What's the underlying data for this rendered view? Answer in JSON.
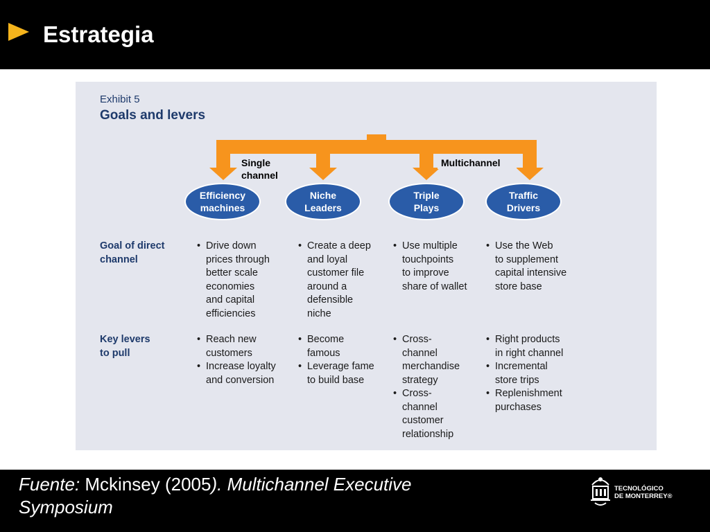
{
  "slide": {
    "title": "Estrategia"
  },
  "exhibit": {
    "label": "Exhibit 5",
    "title": "Goals and levers",
    "groups": [
      {
        "label": "Single\nchannel"
      },
      {
        "label": "Multichannel"
      }
    ],
    "strategies": [
      {
        "label": "Efficiency\nmachines"
      },
      {
        "label": "Niche\nLeaders"
      },
      {
        "label": "Triple\nPlays"
      },
      {
        "label": "Traffic\nDrivers"
      }
    ],
    "rows": [
      {
        "label": "Goal of direct\nchannel",
        "cells": [
          [
            "Drive down\nprices through\nbetter scale\neconomies\nand capital\nefficiencies"
          ],
          [
            "Create a deep\nand loyal\ncustomer file\naround a\ndefensible\nniche"
          ],
          [
            "Use multiple\ntouchpoints\nto improve\nshare of wallet"
          ],
          [
            "Use the Web\nto supplement\ncapital intensive\nstore base"
          ]
        ]
      },
      {
        "label": "Key levers\nto pull",
        "cells": [
          [
            "Reach new\ncustomers",
            "Increase loyalty\nand conversion"
          ],
          [
            "Become\nfamous",
            "Leverage fame\nto build base"
          ],
          [
            "Cross-\nchannel\nmerchandise\nstrategy",
            "Cross-\nchannel\ncustomer\nrelationship"
          ],
          [
            "Right products\nin right channel",
            "Incremental\nstore trips",
            "Replenishment\npurchases"
          ]
        ]
      }
    ],
    "colors": {
      "arrow": "#f7941d",
      "ellipse": "#2a5ca8",
      "panel": "#e4e6ee",
      "heading": "#1e3a6b"
    }
  },
  "footer": {
    "source_prefix": "Fuente:",
    "source_author": " Mckinsey (2005",
    "source_title": "). Multichannel Executive Symposium",
    "logo_text": "TECNOLÓGICO\nDE MONTERREY®",
    "logo_icon": "institution-seal-icon"
  }
}
